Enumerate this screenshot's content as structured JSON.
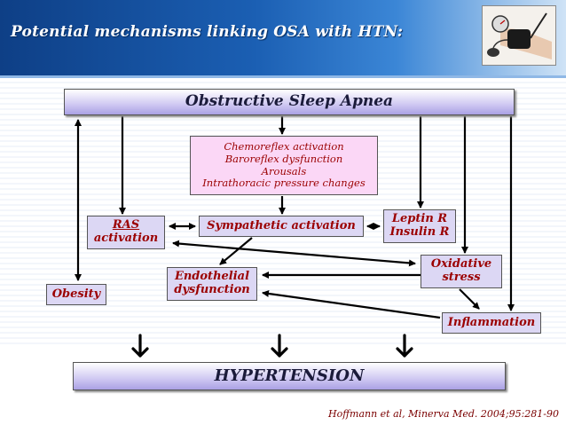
{
  "slide": {
    "title": "Potential mechanisms linking OSA with HTN:",
    "photo_icon": "blood-pressure-cuff-photo"
  },
  "diagram": {
    "top_box": "Obstructive Sleep Apnea",
    "mechanisms": [
      "Chemoreflex activation",
      "Baroreflex dysfunction",
      "Arousals",
      "Intrathoracic pressure changes"
    ],
    "ras": [
      "RAS",
      "activation"
    ],
    "sympathetic": "Sympathetic activation",
    "leptin": [
      "Leptin R",
      "Insulin R"
    ],
    "endothelial": [
      "Endothelial",
      "dysfunction"
    ],
    "oxidative": [
      "Oxidative",
      "stress"
    ],
    "obesity": "Obesity",
    "inflammation": "Inflammation",
    "outcome": "HYPERTENSION"
  },
  "citation": "Hoffmann et al, Minerva Med. 2004;95:281-90",
  "colors": {
    "header_blue": "#1b5fb3",
    "box_lavender": "#dcd7f4",
    "mechanism_pink": "#fbd7f6",
    "text_red": "#9b0000"
  }
}
